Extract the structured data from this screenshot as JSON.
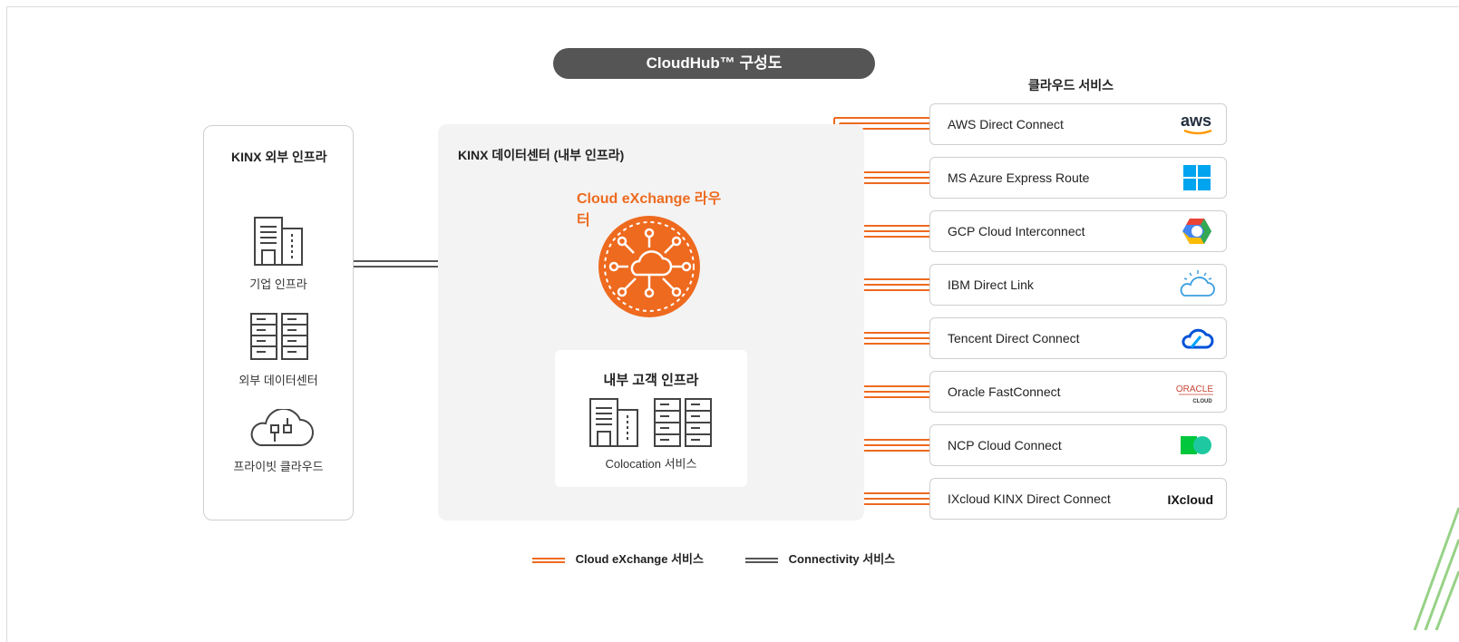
{
  "title": "CloudHub™ 구성도",
  "external_infra": {
    "heading": "KINX 외부 인프라",
    "items": [
      {
        "label": "기업 인프라",
        "icon": "office-building-icon"
      },
      {
        "label": "외부 데이터센터",
        "icon": "server-rack-icon"
      },
      {
        "label": "프라이빗 클라우드",
        "icon": "private-cloud-icon"
      }
    ]
  },
  "datacenter": {
    "heading": "KINX 데이터센터 (내부 인프라)",
    "router_label": "Cloud eXchange 라우터",
    "colocation": {
      "title": "내부 고객 인프라",
      "label": "Colocation 서비스"
    }
  },
  "cloud_services": {
    "heading": "클라우드 서비스",
    "items": [
      {
        "label": "AWS Direct Connect",
        "logo": "aws-logo"
      },
      {
        "label": "MS Azure Express Route",
        "logo": "windows-logo"
      },
      {
        "label": "GCP Cloud Interconnect",
        "logo": "google-cloud-logo"
      },
      {
        "label": "IBM Direct Link",
        "logo": "ibm-cloud-logo"
      },
      {
        "label": "Tencent Direct Connect",
        "logo": "tencent-cloud-logo"
      },
      {
        "label": "Oracle FastConnect",
        "logo": "oracle-cloud-logo"
      },
      {
        "label": "NCP Cloud Connect",
        "logo": "ncp-logo"
      },
      {
        "label": "IXcloud KINX Direct Connect",
        "logo": "ixcloud-logo"
      }
    ],
    "logo_text": {
      "aws": "aws",
      "oracle_main": "ORACLE",
      "oracle_sub": "CLOUD",
      "ixcloud": "IXcloud"
    }
  },
  "legend": {
    "cloud_exchange": "Cloud eXchange 서비스",
    "connectivity": "Connectivity 서비스"
  },
  "colors": {
    "accent_orange": "#ee6a1f",
    "connectivity_gray": "#555555",
    "panel_gray": "#f3f3f3"
  }
}
